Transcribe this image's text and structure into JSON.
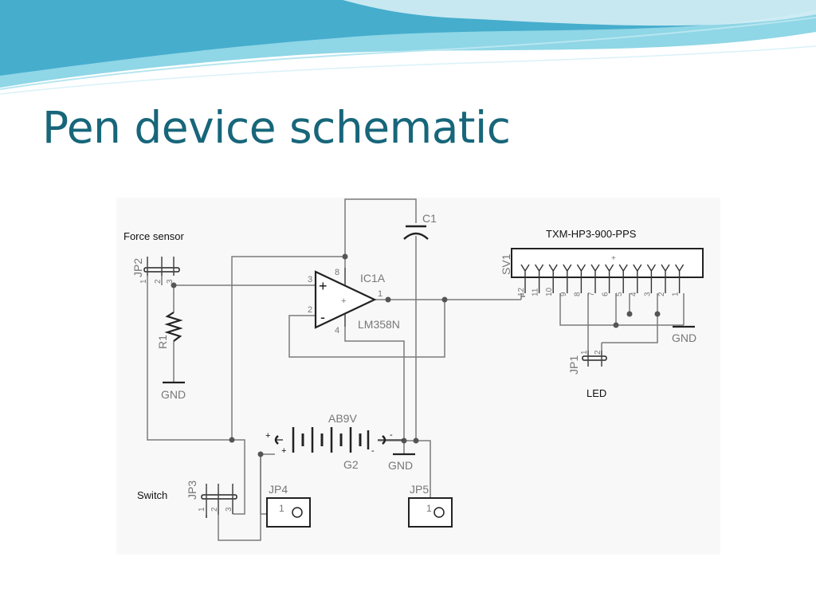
{
  "slide": {
    "title": "Pen device schematic",
    "accent_color": "#17667a",
    "header_wave_colors": [
      "#8fd6e6",
      "#2e9fc4",
      "#d5eef5"
    ]
  },
  "schematic": {
    "labels": {
      "force_sensor": "Force sensor",
      "switch": "Switch",
      "led": "LED",
      "transmitter": "TXM-HP3-900-PPS"
    },
    "parts": {
      "jp2": "JP2",
      "jp3": "JP3",
      "jp1": "JP1",
      "jp4": "JP4",
      "jp5": "JP5",
      "r1": "R1",
      "c1": "C1",
      "ic1a": "IC1A",
      "lm358n": "LM358N",
      "battery": "AB9V",
      "g2": "G2",
      "sv1": "SV1"
    },
    "gnd_label": "GND",
    "pins": {
      "jp2": [
        "1",
        "2",
        "3"
      ],
      "jp3": [
        "1",
        "2",
        "3"
      ],
      "jp1": [
        "1",
        "2"
      ],
      "jp4": [
        "1"
      ],
      "jp5": [
        "1"
      ],
      "opamp": {
        "in_plus": "3",
        "in_minus": "2",
        "out": "1",
        "vplus": "8",
        "vminus": "4"
      },
      "sv1": [
        "12",
        "11",
        "10",
        "9",
        "8",
        "7",
        "6",
        "5",
        "4",
        "3",
        "2",
        "1"
      ]
    },
    "symbols": {
      "plus": "+",
      "minus": "-"
    }
  }
}
